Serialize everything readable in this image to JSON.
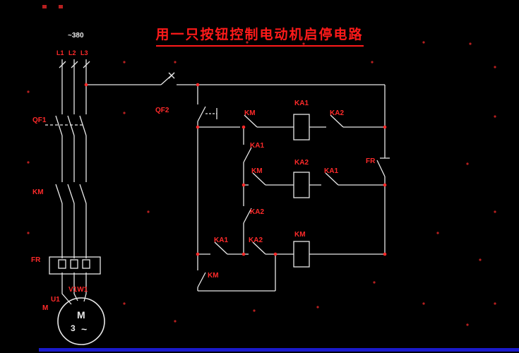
{
  "title": "用一只按钮控制电动机启停电路",
  "colors": {
    "background": "#000000",
    "wire": "#e8e8e8",
    "label": "#ff2a2a",
    "title": "#ff1a1a",
    "taskbar_remnant": "#1a1acc"
  },
  "power": {
    "voltage": "~380",
    "phases": [
      "L1",
      "L2",
      "L3"
    ],
    "breaker": "QF1",
    "contactor": "KM",
    "thermal_relay": "FR",
    "terminals": {
      "top": "V1W1",
      "mid": "U1",
      "bottom": "M"
    },
    "motor": {
      "letter": "M",
      "phase": "3",
      "wave": "~"
    }
  },
  "control": {
    "breaker": "QF2",
    "labels": {
      "rowA_km": "KM",
      "rowA_ka1_coil": "KA1",
      "rowA_ka2": "KA2",
      "mid_ka1": "KA1",
      "rowB_km": "KM",
      "rowB_ka2_coil": "KA2",
      "rowB_ka1": "KA1",
      "fr": "FR",
      "mid_ka2": "KA2",
      "rowC_ka1": "KA1",
      "rowC_ka2": "KA2",
      "rowC_km_coil": "KM",
      "bottom_km": "KM"
    }
  }
}
